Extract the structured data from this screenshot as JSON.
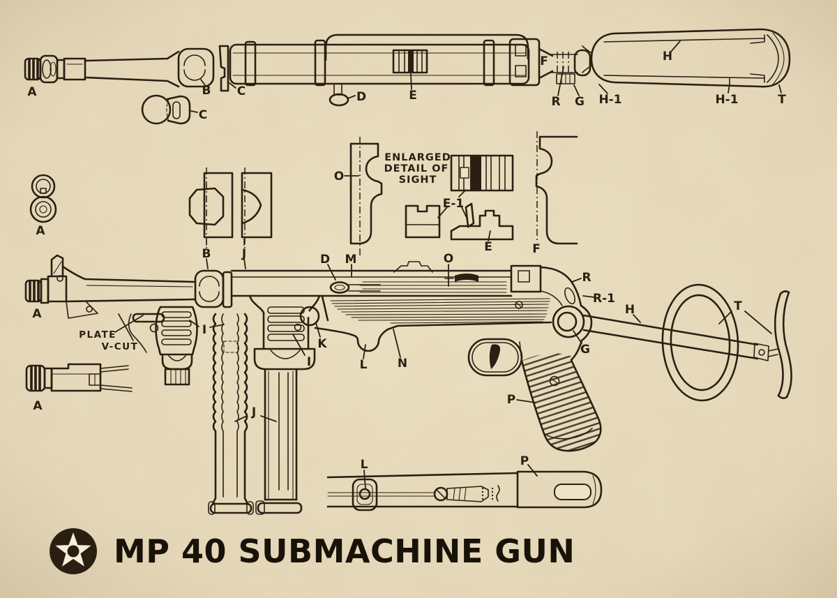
{
  "poster": {
    "title": "MP 40 SUBMACHINE GUN",
    "colors": {
      "paper": "#efe3c6",
      "ink": "#2a1f12"
    },
    "sight_note": {
      "line1": "ENLARGED",
      "line2": "DETAIL OF",
      "line3": "SIGHT"
    },
    "callouts": {
      "top_muzzle_nut": "A",
      "top_barrel_nut": "B",
      "top_rest_hook": "C",
      "top_rest_bar": "C",
      "top_bolt_handle": "D",
      "top_sight": "E",
      "top_end_cap": "F",
      "top_latch": "R",
      "top_latch_nut": "G",
      "top_rail_left": "H-1",
      "top_stock_frame": "H",
      "top_rail_right": "H-1",
      "top_butt_plate": "T",
      "mid_sling_rings": "A",
      "sec_receiver": "O",
      "sight_detail": "E-1",
      "sight_base": "E",
      "sec_barrel_nut": "B",
      "sec_magazine": "J",
      "sec_end_cap": "F",
      "main_bolt_handle": "D",
      "main_cocking_slot": "M",
      "main_rear_sight": "O",
      "main_frame_latch": "R",
      "main_latch_slot": "R-1",
      "main_stock_bar": "H",
      "main_butt_plate": "T",
      "main_pivot_nut": "G",
      "main_muzzle_nut": "A",
      "plate_note": "PLATE",
      "vcut_note": "V-CUT",
      "main_handguard": "I",
      "main_mag_catch": "K",
      "main_mag_housing": "I",
      "main_deflector": "L",
      "main_forend": "N",
      "main_grip": "P",
      "main_magazines": "J",
      "main_bolt": "A",
      "bottom_deflector": "L",
      "bottom_grip": "P"
    }
  }
}
